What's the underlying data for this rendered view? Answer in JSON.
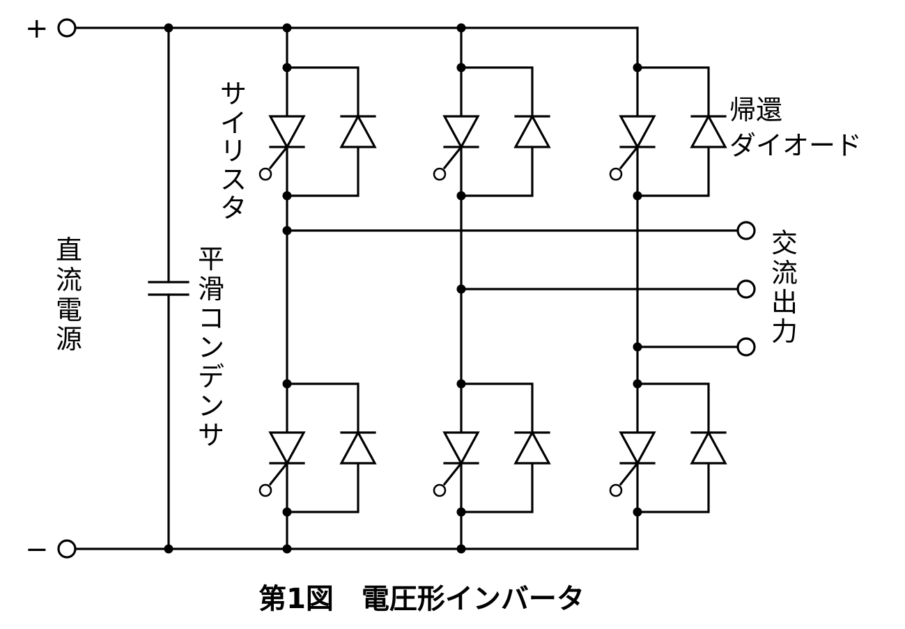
{
  "terminals": {
    "plus": "+",
    "minus": "−"
  },
  "labels": {
    "dc_source": [
      "直",
      "流",
      "電",
      "源"
    ],
    "capacitor": [
      "平",
      "滑",
      "コ",
      "ン",
      "デ",
      "ン",
      "サ"
    ],
    "thyristor": [
      "サ",
      "イ",
      "リ",
      "ス",
      "タ"
    ],
    "diode_line1": "帰還",
    "diode_line2": "ダイオード",
    "ac_output": [
      "交",
      "流",
      "出",
      "力"
    ]
  },
  "caption": "第1図　電圧形インバータ"
}
